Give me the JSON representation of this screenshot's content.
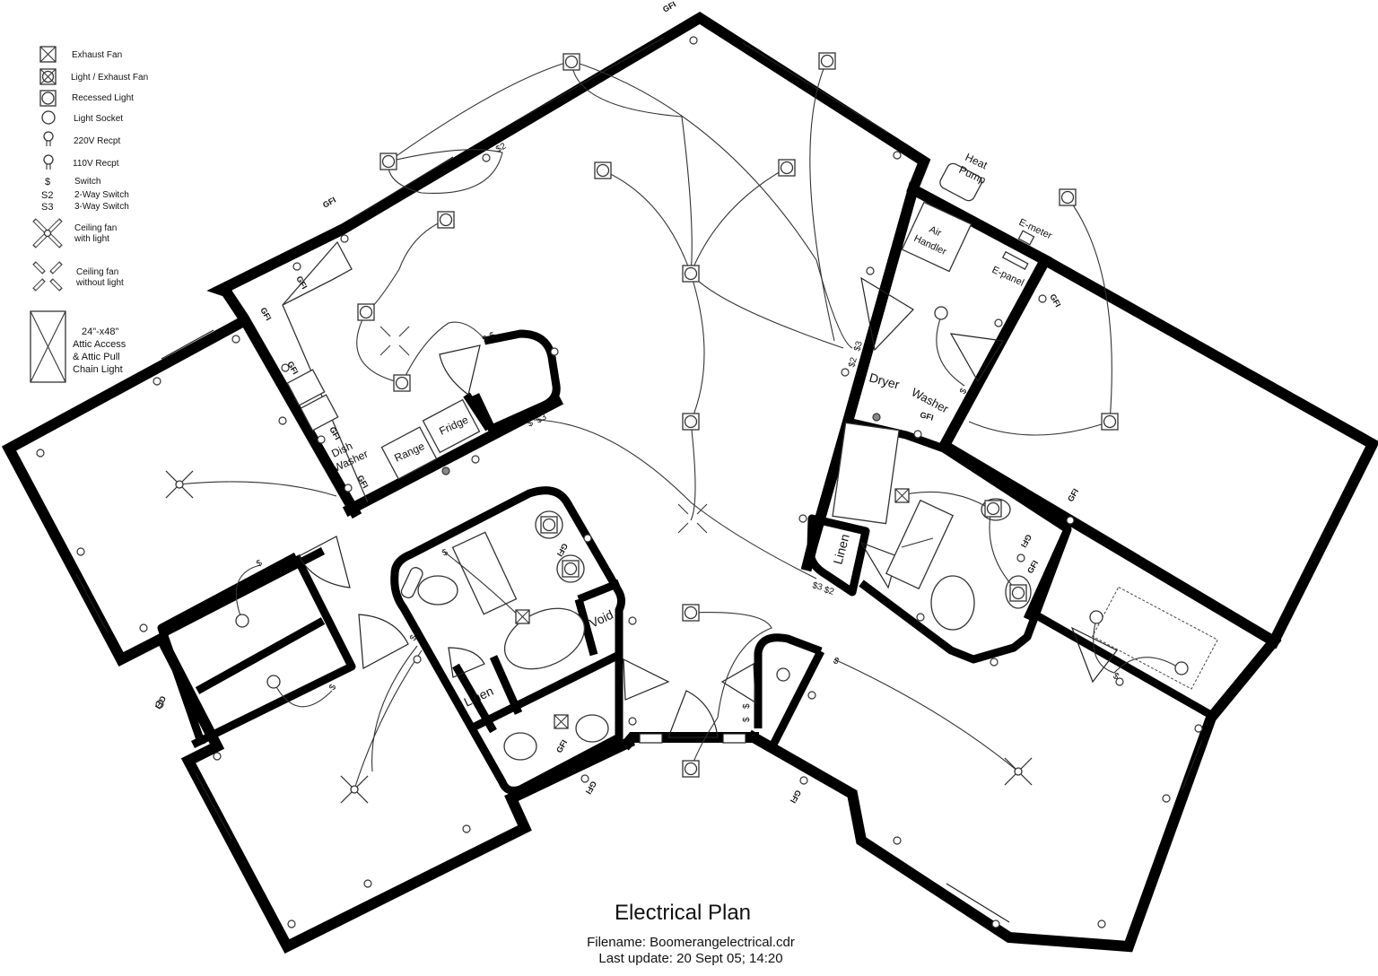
{
  "legend": {
    "items": [
      {
        "icon": "exhaust-fan-icon",
        "label": "Exhaust Fan"
      },
      {
        "icon": "light-exhaust-fan-icon",
        "label": "Light / Exhaust Fan"
      },
      {
        "icon": "recessed-light-icon",
        "label": "Recessed Light"
      },
      {
        "icon": "light-socket-icon",
        "label": "Light Socket"
      },
      {
        "icon": "220v-receptacle-icon",
        "label": "220V Recpt"
      },
      {
        "icon": "110v-receptacle-icon",
        "label": "110V Recpt"
      },
      {
        "icon": "switch-icon",
        "symbol": "$",
        "label": "Switch"
      },
      {
        "icon": "2-way-switch-icon",
        "symbol": "S2",
        "label": "2-Way Switch"
      },
      {
        "icon": "3-way-switch-icon",
        "symbol": "S3",
        "label": "3-Way Switch"
      },
      {
        "icon": "ceiling-fan-with-light-icon",
        "label_line1": "Ceiling fan",
        "label_line2": "with light"
      },
      {
        "icon": "ceiling-fan-without-light-icon",
        "label_line1": "Ceiling fan",
        "label_line2": "without light"
      },
      {
        "icon": "attic-access-icon",
        "label_line1": "24\"-x48\"",
        "label_line2": "Attic Access",
        "label_line3": "& Attic Pull",
        "label_line4": "Chain Light"
      }
    ]
  },
  "rooms": {
    "heat_pump": [
      "Heat",
      "Pump"
    ],
    "air_handler": [
      "Air",
      "Handler"
    ],
    "e_meter": "E-meter",
    "e_panel": "E-panel",
    "dryer": "Dryer",
    "washer": "Washer",
    "linen_master": "Linen",
    "linen_hall": "Linen",
    "void": "Void",
    "dish_washer": [
      "Dish",
      "Washer"
    ],
    "range": "Range",
    "fridge": "Fridge"
  },
  "annotations": {
    "gfi": "GFI",
    "switch": "$",
    "s2": "$2",
    "s3": "$3"
  },
  "title_block": {
    "title": "Electrical Plan",
    "filename": "Filename: Boomerangelectrical.cdr",
    "last_update": "Last update: 20 Sept 05; 14:20"
  }
}
